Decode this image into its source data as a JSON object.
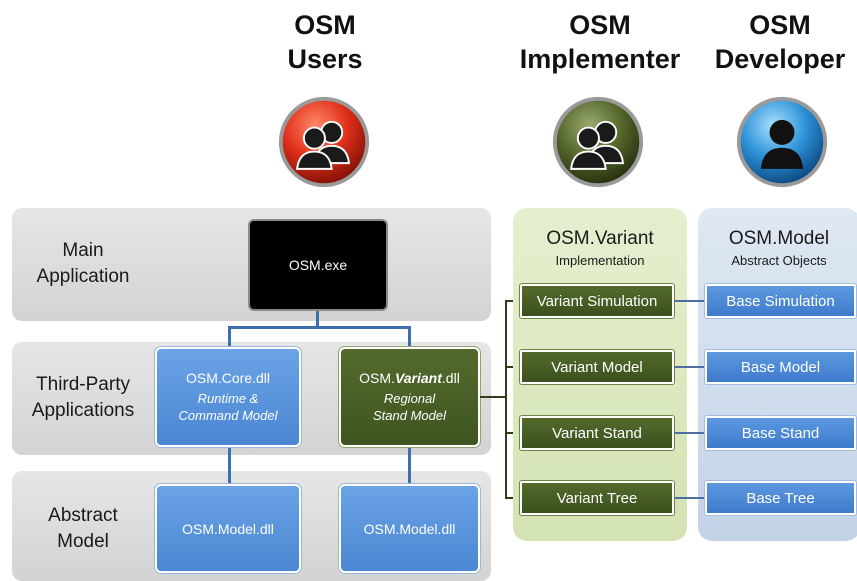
{
  "roles": [
    {
      "line1": "OSM",
      "line2": "Users",
      "avatar": "users-group-icon",
      "color": "#d9301c"
    },
    {
      "line1": "OSM",
      "line2": "Implementer",
      "avatar": "users-group-icon",
      "color": "#5a6a2a"
    },
    {
      "line1": "OSM",
      "line2": "Developer",
      "avatar": "single-user-icon",
      "color": "#3aa0e0"
    }
  ],
  "rows": [
    {
      "line1": "Main",
      "line2": "Application"
    },
    {
      "line1": "Third-Party",
      "line2": "Applications"
    },
    {
      "line1": "Abstract",
      "line2": "Model"
    }
  ],
  "main_app": {
    "label": "OSM.exe"
  },
  "core_dll": {
    "title": "OSM.Core.dll",
    "sub1": "Runtime &",
    "sub2": "Command Model"
  },
  "variant_dll": {
    "title_prefix": "OSM.",
    "title_bold": "Variant",
    "title_suffix": ".dll",
    "sub1": "Regional",
    "sub2": "Stand Model"
  },
  "model_dlls": [
    "OSM.Model.dll",
    "OSM.Model.dll"
  ],
  "variant_column": {
    "title": "OSM.Variant",
    "subtitle": "Implementation",
    "items": [
      "Variant Simulation",
      "Variant Model",
      "Variant Stand",
      "Variant Tree"
    ]
  },
  "model_column": {
    "title": "OSM.Model",
    "subtitle": "Abstract Objects",
    "items": [
      "Base Simulation",
      "Base Model",
      "Base Stand",
      "Base Tree"
    ]
  },
  "colors": {
    "blue_box": "#4a86d2",
    "green_box": "#3f5520",
    "band_gray": "#d9d9d9",
    "green_column": "#dce9c2",
    "blue_column": "#cfdcec"
  }
}
